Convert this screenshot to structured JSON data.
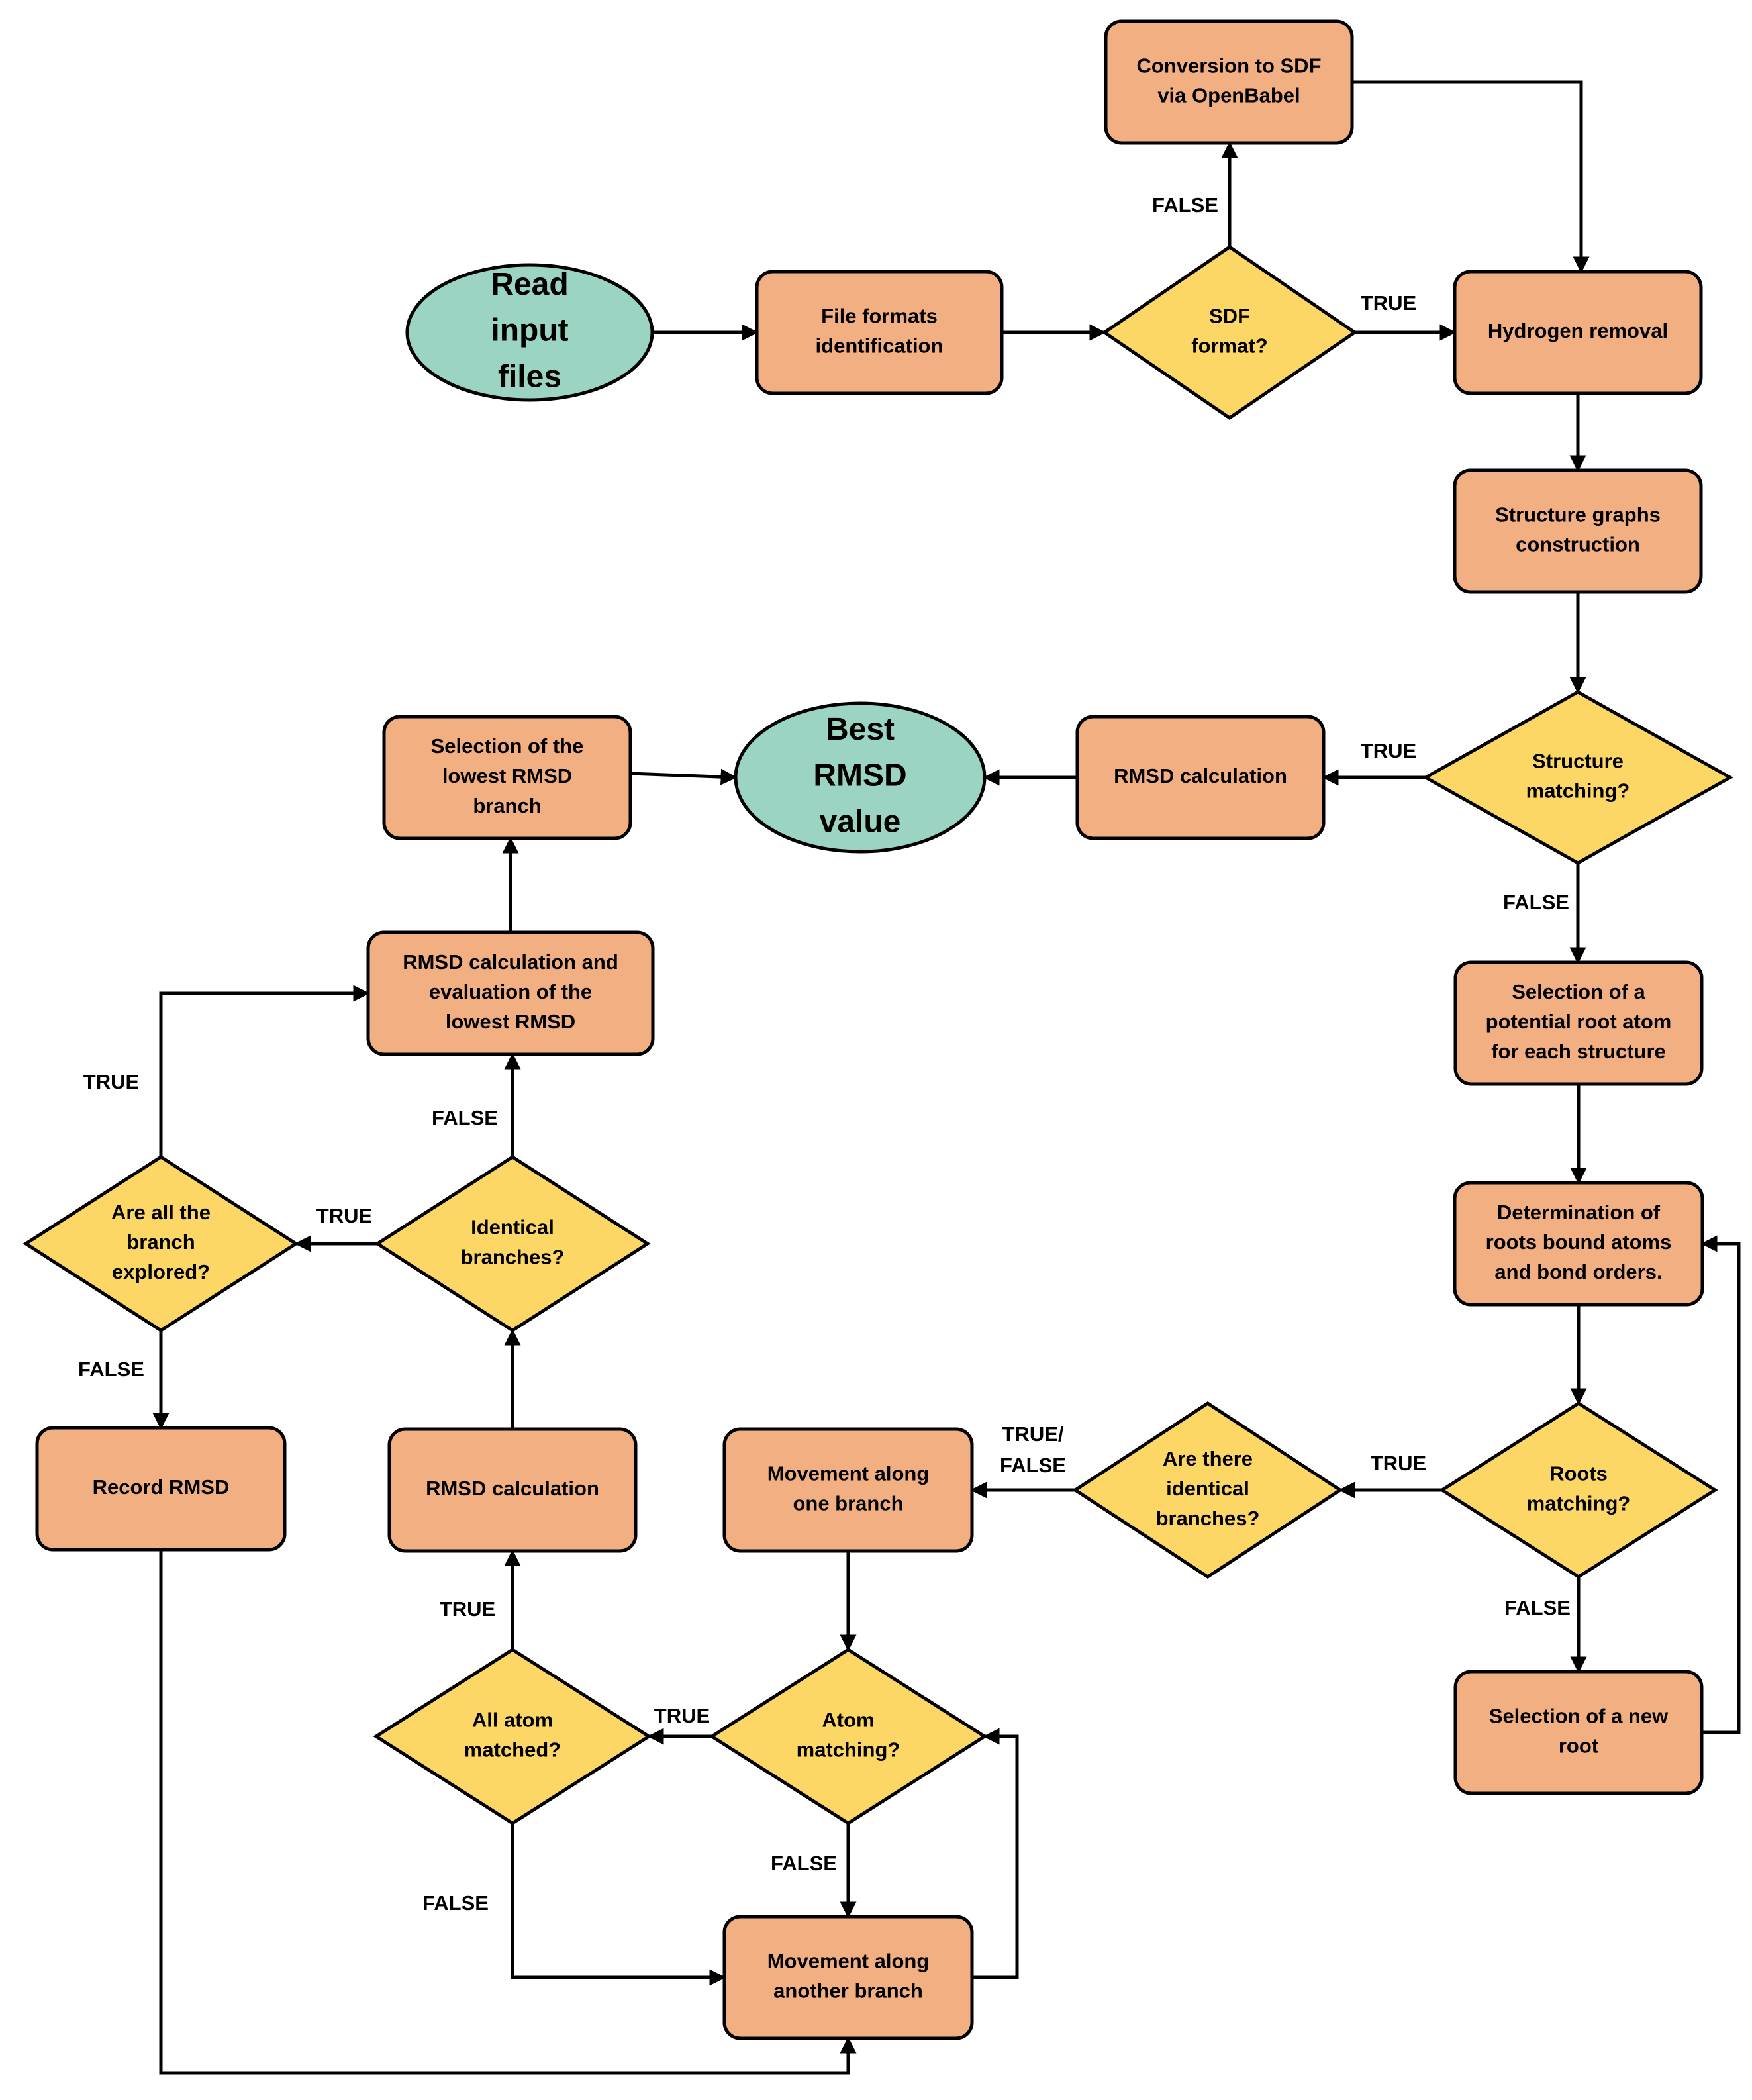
{
  "colors": {
    "process_fill": "#F2AF82",
    "decision_fill": "#FDD766",
    "terminal_fill": "#9CD4C4",
    "stroke": "#000000",
    "edge_label": "#000000"
  },
  "nodes": {
    "read_input": {
      "shape": "ellipse",
      "lines": [
        "Read",
        "input",
        "files"
      ]
    },
    "file_formats": {
      "shape": "process",
      "lines": [
        "File formats",
        "identification"
      ]
    },
    "sdf_format": {
      "shape": "decision",
      "lines": [
        "SDF",
        "format?"
      ]
    },
    "conversion_sdf": {
      "shape": "process",
      "lines": [
        "Conversion to SDF",
        "via OpenBabel"
      ]
    },
    "hydrogen_removal": {
      "shape": "process",
      "lines": [
        "Hydrogen removal"
      ]
    },
    "structure_graphs": {
      "shape": "process",
      "lines": [
        "Structure graphs",
        "construction"
      ]
    },
    "structure_matching": {
      "shape": "decision",
      "lines": [
        "Structure",
        "matching?"
      ]
    },
    "rmsd_calc_top": {
      "shape": "process",
      "lines": [
        "RMSD calculation"
      ]
    },
    "best_rmsd": {
      "shape": "ellipse",
      "lines": [
        "Best",
        "RMSD",
        "value"
      ]
    },
    "selection_lowest": {
      "shape": "process",
      "lines": [
        "Selection of the",
        "lowest RMSD",
        "branch"
      ]
    },
    "rmsd_eval": {
      "shape": "process",
      "lines": [
        "RMSD calculation and",
        "evaluation of the",
        "lowest RMSD"
      ]
    },
    "selection_root": {
      "shape": "process",
      "lines": [
        "Selection of a",
        "potential root atom",
        "for each structure"
      ]
    },
    "determination": {
      "shape": "process",
      "lines": [
        "Determination of",
        "roots bound atoms",
        "and bond orders."
      ]
    },
    "roots_matching": {
      "shape": "decision",
      "lines": [
        "Roots",
        "matching?"
      ]
    },
    "new_root": {
      "shape": "process",
      "lines": [
        "Selection of a new",
        "root"
      ]
    },
    "identical_branches_q": {
      "shape": "decision",
      "lines": [
        "Are there",
        "identical",
        "branches?"
      ]
    },
    "movement_one": {
      "shape": "process",
      "lines": [
        "Movement along",
        "one branch"
      ]
    },
    "atom_matching": {
      "shape": "decision",
      "lines": [
        "Atom",
        "matching?"
      ]
    },
    "movement_another": {
      "shape": "process",
      "lines": [
        "Movement along",
        "another branch"
      ]
    },
    "all_atom_matched": {
      "shape": "decision",
      "lines": [
        "All atom",
        "matched?"
      ]
    },
    "rmsd_calc_mid": {
      "shape": "process",
      "lines": [
        "RMSD calculation"
      ]
    },
    "identical_branches": {
      "shape": "decision",
      "lines": [
        "Identical",
        "branches?"
      ]
    },
    "all_branch_explored": {
      "shape": "decision",
      "lines": [
        "Are all the",
        "branch",
        "explored?"
      ]
    },
    "record_rmsd": {
      "shape": "process",
      "lines": [
        "Record RMSD"
      ]
    }
  },
  "edges": [
    {
      "from": "read_input",
      "to": "file_formats"
    },
    {
      "from": "file_formats",
      "to": "sdf_format"
    },
    {
      "from": "sdf_format",
      "to": "hydrogen_removal",
      "label": "TRUE"
    },
    {
      "from": "sdf_format",
      "to": "conversion_sdf",
      "label": "FALSE"
    },
    {
      "from": "conversion_sdf",
      "to": "hydrogen_removal"
    },
    {
      "from": "hydrogen_removal",
      "to": "structure_graphs"
    },
    {
      "from": "structure_graphs",
      "to": "structure_matching"
    },
    {
      "from": "structure_matching",
      "to": "rmsd_calc_top",
      "label": "TRUE"
    },
    {
      "from": "rmsd_calc_top",
      "to": "best_rmsd"
    },
    {
      "from": "structure_matching",
      "to": "selection_root",
      "label": "FALSE"
    },
    {
      "from": "selection_root",
      "to": "determination"
    },
    {
      "from": "determination",
      "to": "roots_matching"
    },
    {
      "from": "roots_matching",
      "to": "new_root",
      "label": "FALSE"
    },
    {
      "from": "new_root",
      "to": "determination"
    },
    {
      "from": "roots_matching",
      "to": "identical_branches_q",
      "label": "TRUE"
    },
    {
      "from": "identical_branches_q",
      "to": "movement_one",
      "label": "TRUE/ FALSE"
    },
    {
      "from": "movement_one",
      "to": "atom_matching"
    },
    {
      "from": "atom_matching",
      "to": "movement_another",
      "label": "FALSE"
    },
    {
      "from": "movement_another",
      "to": "atom_matching"
    },
    {
      "from": "atom_matching",
      "to": "all_atom_matched",
      "label": "TRUE"
    },
    {
      "from": "all_atom_matched",
      "to": "movement_another",
      "label": "FALSE"
    },
    {
      "from": "all_atom_matched",
      "to": "rmsd_calc_mid",
      "label": "TRUE"
    },
    {
      "from": "rmsd_calc_mid",
      "to": "identical_branches"
    },
    {
      "from": "identical_branches",
      "to": "rmsd_eval",
      "label": "FALSE"
    },
    {
      "from": "identical_branches",
      "to": "all_branch_explored",
      "label": "TRUE"
    },
    {
      "from": "all_branch_explored",
      "to": "rmsd_eval",
      "label": "TRUE"
    },
    {
      "from": "all_branch_explored",
      "to": "record_rmsd",
      "label": "FALSE"
    },
    {
      "from": "record_rmsd",
      "to": "movement_another"
    },
    {
      "from": "rmsd_eval",
      "to": "selection_lowest"
    },
    {
      "from": "selection_lowest",
      "to": "best_rmsd"
    }
  ]
}
